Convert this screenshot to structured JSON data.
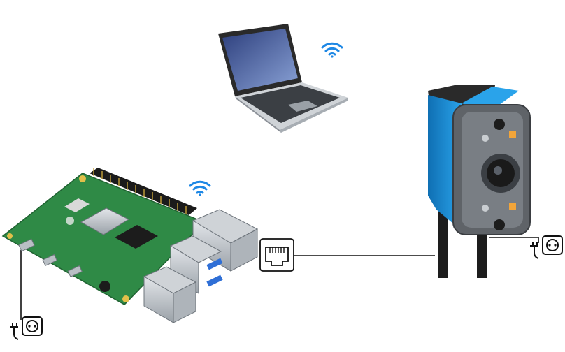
{
  "diagram": {
    "nodes": [
      {
        "id": "laptop",
        "icon": "laptop-icon",
        "badge": "wifi-icon"
      },
      {
        "id": "raspberry-pi",
        "icon": "raspberry-pi-board-icon",
        "badge": "wifi-icon"
      },
      {
        "id": "ethernet-port",
        "icon": "ethernet-port-icon"
      },
      {
        "id": "vision-sensor",
        "icon": "camera-sensor-icon"
      },
      {
        "id": "power-pi",
        "icon": "power-plug-icon"
      },
      {
        "id": "power-sensor",
        "icon": "power-plug-icon"
      }
    ],
    "edges": [
      {
        "from": "raspberry-pi",
        "to": "ethernet-port",
        "style": "solid"
      },
      {
        "from": "ethernet-port",
        "to": "vision-sensor",
        "style": "solid"
      },
      {
        "from": "power-pi",
        "to": "raspberry-pi",
        "style": "solid"
      },
      {
        "from": "power-sensor",
        "to": "vision-sensor",
        "style": "solid"
      },
      {
        "from": "laptop",
        "to": "raspberry-pi",
        "style": "wireless"
      }
    ],
    "colors": {
      "board_green": "#2f8a46",
      "sensor_blue": "#1d8fd6",
      "sensor_face": "#5f6368",
      "line": "#111111",
      "wifi": "#1e88e5",
      "metal": "#c7ccd1"
    }
  }
}
